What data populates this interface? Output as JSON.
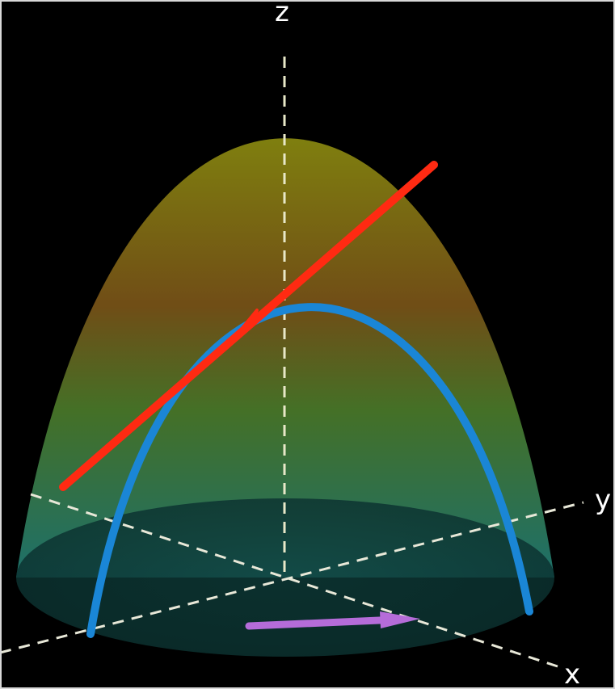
{
  "axes": {
    "x_label": "x",
    "y_label": "y",
    "z_label": "z"
  },
  "colors": {
    "background": "#000000",
    "surface_top": "#8a8a10",
    "surface_mid": "#7a5418",
    "surface_bottom": "#1f7a74",
    "base_disc": "#0f3f3c",
    "axis_lines": "#e8e8c8",
    "tangent_line": "#ff2a12",
    "trace_curve": "#1a86d6",
    "direction_vector": "#b56cd9"
  },
  "elements": {
    "surface": "paraboloid",
    "trace_curve": "parabola",
    "tangent_line": "arrow",
    "direction_vector": "arrow"
  }
}
